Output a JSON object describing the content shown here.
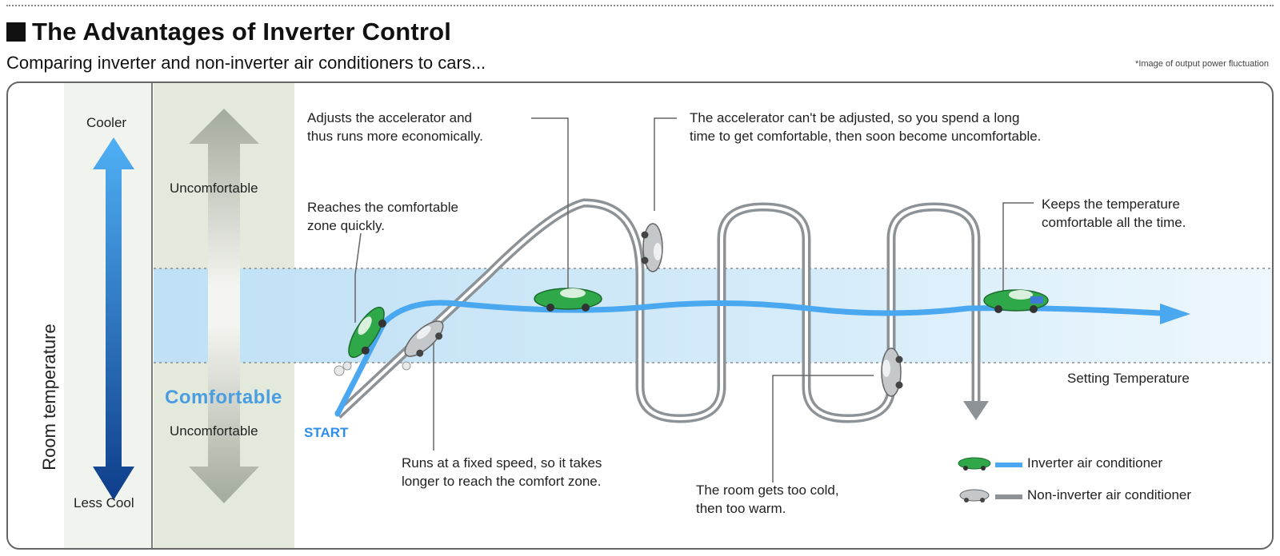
{
  "heading": {
    "title": "The Advantages of Inverter Control",
    "subtitle": "Comparing inverter and non-inverter air conditioners to cars...",
    "note": "*Image of output power fluctuation"
  },
  "axis": {
    "title": "Room temperature",
    "top_label": "Cooler",
    "bottom_label": "Less Cool"
  },
  "zones": {
    "upper": "Uncomfortable",
    "middle": "Comfortable",
    "lower": "Uncomfortable",
    "setting": "Setting Temperature"
  },
  "start_label": "START",
  "annotations": {
    "reaches_1": "Reaches the comfortable",
    "reaches_2": "zone quickly.",
    "adjusts_1": "Adjusts the accelerator and",
    "adjusts_2": "thus runs more economically.",
    "cant_adjust_1": "The accelerator can't be adjusted, so you spend a long",
    "cant_adjust_2": "time to get comfortable, then soon become uncomfortable.",
    "keeps_1": "Keeps the temperature",
    "keeps_2": "comfortable all the time.",
    "fixed_1": "Runs at a fixed speed, so it takes",
    "fixed_2": "longer to reach the comfort zone.",
    "cold_1": "The room gets too cold,",
    "cold_2": "then too warm."
  },
  "legend": {
    "inverter": "Inverter air conditioner",
    "non_inverter": "Non-inverter air conditioner"
  },
  "colors": {
    "inverter_line": "#4aa8f0",
    "non_inverter_line": "#8c9296",
    "comfort_band": "#b9dcf3",
    "zone_column": "#e4ebdd",
    "car_green": "#2fa84a"
  }
}
